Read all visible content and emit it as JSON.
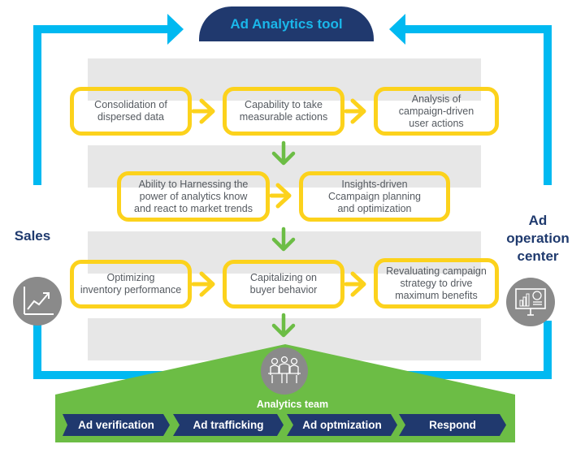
{
  "header": {
    "title": "Ad Analytics tool"
  },
  "sides": {
    "left_label": "Sales",
    "right_label": "Ad\noperation\ncenter",
    "left_icon": "growth-chart-icon",
    "right_icon": "monitor-analytics-icon"
  },
  "rows": [
    {
      "boxes": [
        {
          "text": "Consolidation of\ndispersed data"
        },
        {
          "text": "Capability to take\nmeasurable actions"
        },
        {
          "text": "Analysis of\ncampaign-driven\nuser actions"
        }
      ]
    },
    {
      "boxes": [
        {
          "text": "Ability to Harnessing the\npower of analytics know\nand react to market trends"
        },
        {
          "text": "Insights-driven\nCcampaign planning\nand optimization"
        }
      ]
    },
    {
      "boxes": [
        {
          "text": "Optimizing\ninventory performance"
        },
        {
          "text": "Capitalizing on\nbuyer behavior"
        },
        {
          "text": "Revaluating campaign\nstrategy to drive\nmaximum benefits"
        }
      ]
    }
  ],
  "team": {
    "label": "Analytics team",
    "icon": "meeting-team-icon",
    "steps": [
      "Ad verification",
      "Ad trafficking",
      "Ad optmization",
      "Respond"
    ]
  },
  "colors": {
    "blue_line": "#00b9f1",
    "navy": "#20396e",
    "yellow": "#fcd21c",
    "green": "#6cbd45",
    "gray_band": "#e7e7e7",
    "icon_gray": "#8a8a8a"
  }
}
